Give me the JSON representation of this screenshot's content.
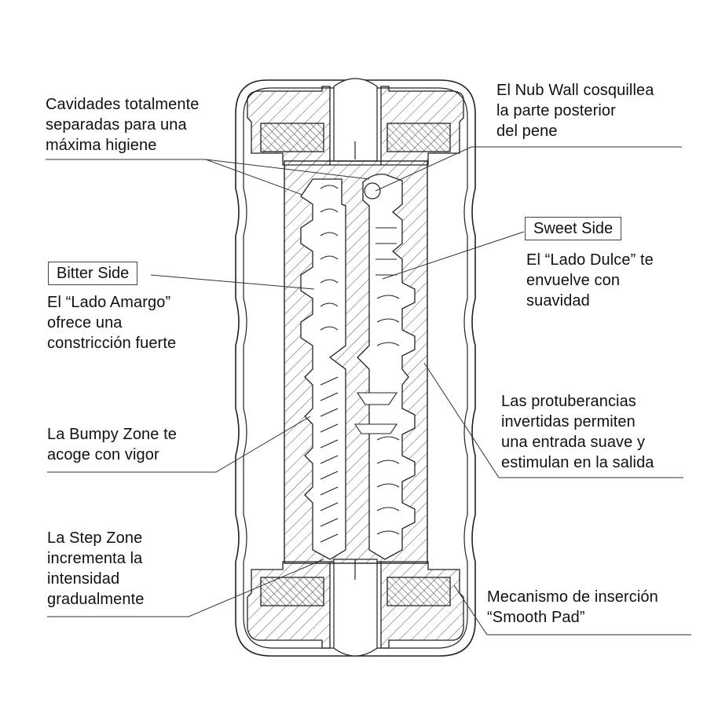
{
  "tags": {
    "bitter": "Bitter Side",
    "sweet": "Sweet Side"
  },
  "labels": {
    "hygiene": [
      "Cavidades totalmente",
      "separadas para una",
      "máxima higiene"
    ],
    "nub_wall": [
      "El Nub Wall cosquillea",
      "la parte posterior",
      "del pene"
    ],
    "bitter_desc": [
      "El “Lado Amargo”",
      "ofrece una",
      "constricción fuerte"
    ],
    "sweet_desc": [
      "El “Lado Dulce” te",
      "envuelve con",
      "suavidad"
    ],
    "bumpy": [
      "La Bumpy Zone te",
      "acoge con vigor"
    ],
    "inverted": [
      "Las protuberancias",
      "invertidas permiten",
      "una entrada suave y",
      "estimulan en la salida"
    ],
    "step": [
      "La Step Zone",
      "incrementa la",
      "intensidad",
      "gradualmente"
    ],
    "smooth_pad": [
      "Mecanismo de inserción",
      "“Smooth Pad”"
    ]
  },
  "colors": {
    "line": "#222222",
    "hatch": "#555555",
    "pad": "#444444"
  }
}
